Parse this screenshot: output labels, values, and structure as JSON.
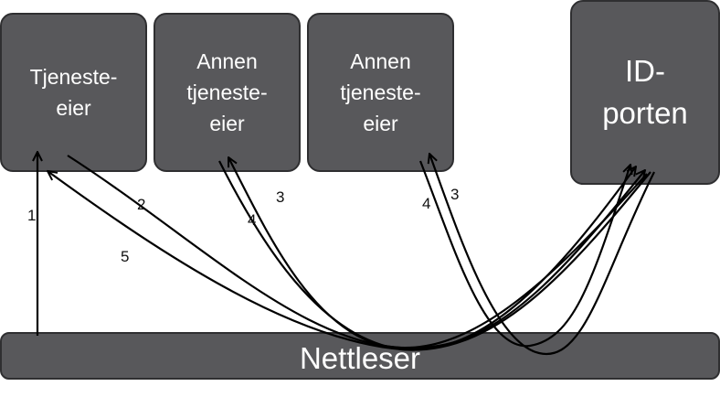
{
  "boxes": {
    "tjenesteeier": "Tjeneste-\neier",
    "annen1": "Annen\ntjeneste-\neier",
    "annen2": "Annen\ntjeneste-\neier",
    "idporten": "ID-\nporten",
    "nettleser": "Nettleser"
  },
  "arrow_labels": {
    "a1": "1",
    "a2": "2",
    "a3_first": "3",
    "a4_first": "4",
    "a3_second": "3",
    "a4_second": "4",
    "a5": "5"
  }
}
